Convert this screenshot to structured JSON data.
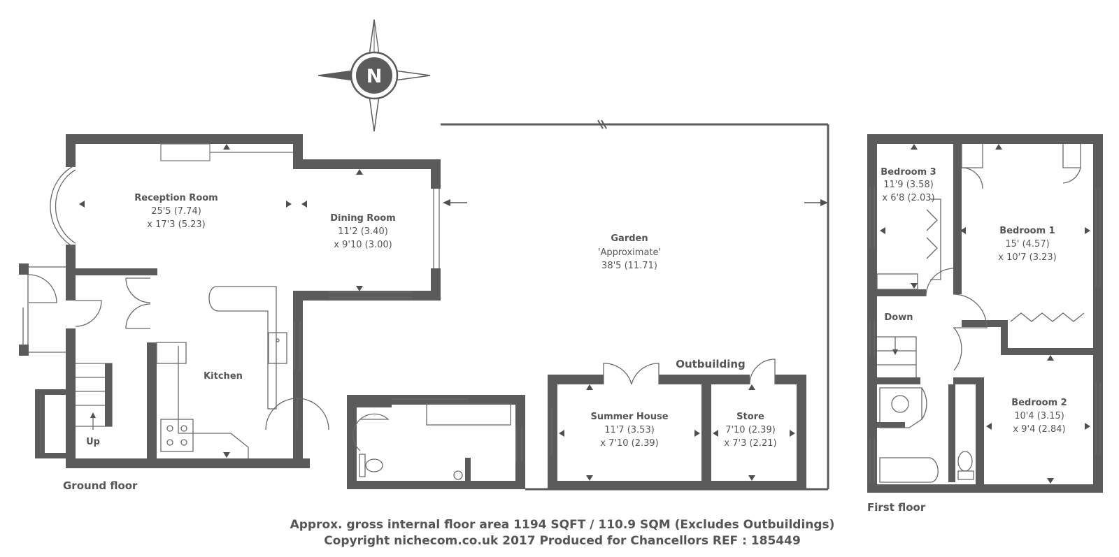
{
  "compass": {
    "letter": "N"
  },
  "ground_floor": {
    "label": "Ground floor",
    "rooms": {
      "reception": {
        "name": "Reception Room",
        "dim1": "25'5 (7.74)",
        "dim2": "x 17'3 (5.23)"
      },
      "dining": {
        "name": "Dining Room",
        "dim1": "11'2 (3.40)",
        "dim2": "x 9'10 (3.00)"
      },
      "kitchen": {
        "name": "Kitchen"
      },
      "stairs": {
        "label": "Up"
      }
    }
  },
  "garden": {
    "name": "Garden",
    "note": "'Approximate'",
    "dim": "38'5 (11.71)"
  },
  "outbuilding": {
    "label": "Outbuilding",
    "summer_house": {
      "name": "Summer House",
      "dim1": "11'7 (3.53)",
      "dim2": "x 7'10 (2.39)"
    },
    "store": {
      "name": "Store",
      "dim1": "7'10 (2.39)",
      "dim2": "x 7'3 (2.21)"
    }
  },
  "first_floor": {
    "label": "First floor",
    "rooms": {
      "bedroom3": {
        "name": "Bedroom 3",
        "dim1": "11'9 (3.58)",
        "dim2": "x 6'8 (2.03)"
      },
      "bedroom1": {
        "name": "Bedroom 1",
        "dim1": "15' (4.57)",
        "dim2": "x 10'7 (3.23)"
      },
      "bedroom2": {
        "name": "Bedroom 2",
        "dim1": "10'4 (3.15)",
        "dim2": "x 9'4 (2.84)"
      },
      "stairs": {
        "label": "Down"
      }
    }
  },
  "footer": {
    "line1": "Approx. gross internal floor area 1194 SQFT / 110.9 SQM (Excludes Outbuildings)",
    "line2": "Copyright nichecom.co.uk 2017 Produced for Chancellors REF : 185449"
  }
}
